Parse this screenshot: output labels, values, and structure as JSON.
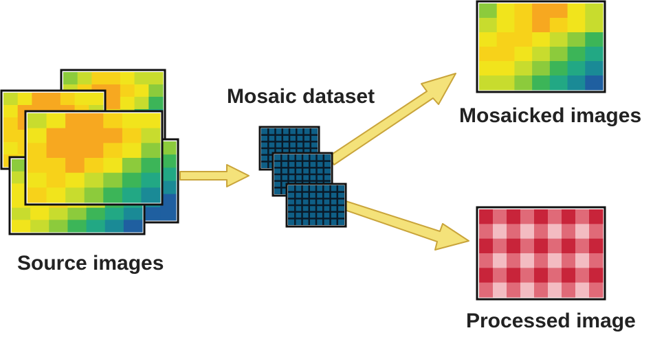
{
  "labels": {
    "source": "Source images",
    "mosaic_dataset": "Mosaic dataset",
    "mosaicked": "Mosaicked images",
    "processed": "Processed image"
  },
  "colors": {
    "frame": "#111111",
    "arrow_fill": "#f4e27a",
    "arrow_stroke": "#c9a43a",
    "dataset_fill": "#0f5f86",
    "dataset_grid": "#0a1a28",
    "red_dark": "#c8243a",
    "red_mid": "#e06a78",
    "red_light": "#f3bcc2"
  },
  "palette_ramp": [
    "#1f5fa0",
    "#1a8a96",
    "#22a884",
    "#3cb558",
    "#8ccb3c",
    "#c8dc2e",
    "#f1e41c",
    "#f7d21a",
    "#f7a820"
  ],
  "source_grid": [
    [
      4,
      5,
      7,
      7,
      6,
      5,
      5
    ],
    [
      5,
      7,
      8,
      8,
      7,
      6,
      4
    ],
    [
      6,
      7,
      7,
      8,
      6,
      5,
      3
    ],
    [
      6,
      6,
      7,
      6,
      5,
      3,
      2
    ],
    [
      5,
      6,
      5,
      4,
      3,
      2,
      1
    ],
    [
      6,
      5,
      4,
      3,
      2,
      1,
      0
    ]
  ],
  "mosaicked_grid": [
    [
      4,
      6,
      7,
      8,
      8,
      6,
      5
    ],
    [
      5,
      6,
      7,
      8,
      7,
      6,
      5
    ],
    [
      6,
      7,
      7,
      6,
      5,
      4,
      3
    ],
    [
      7,
      7,
      6,
      5,
      4,
      3,
      2
    ],
    [
      6,
      6,
      5,
      4,
      3,
      2,
      1
    ],
    [
      5,
      5,
      4,
      3,
      2,
      1,
      0
    ]
  ]
}
